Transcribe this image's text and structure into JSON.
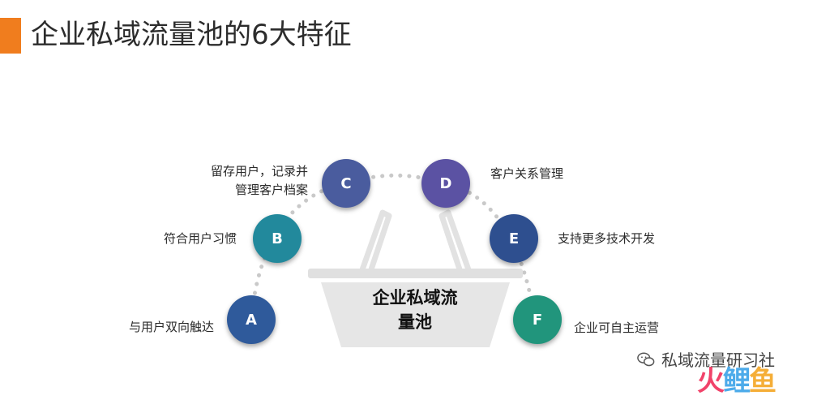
{
  "title": "企业私域流量池的6大特征",
  "center": {
    "line1": "企业私域流",
    "line2": "量池"
  },
  "nodes": [
    {
      "letter": "A",
      "label": "与用户双向触达",
      "color": "#2f5a9b"
    },
    {
      "letter": "B",
      "label": "符合用户习惯",
      "color": "#22899c"
    },
    {
      "letter": "C",
      "label_line1": "留存用户，记录并",
      "label_line2": "管理客户档案",
      "color": "#4a5c9e"
    },
    {
      "letter": "D",
      "label": "客户关系管理",
      "color": "#5b52a3"
    },
    {
      "letter": "E",
      "label": "支持更多技术开发",
      "color": "#2e4f8f"
    },
    {
      "letter": "F",
      "label": "企业可自主运营",
      "color": "#21957c"
    }
  ],
  "watermark": {
    "text": "私域流量研习社",
    "icon": "wechat-icon"
  },
  "brand": {
    "part1": "火",
    "part2": "鲤",
    "part3": "鱼"
  }
}
